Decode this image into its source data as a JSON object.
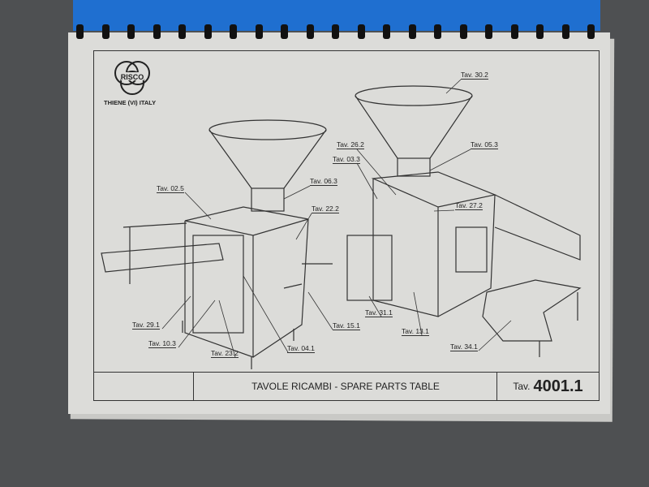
{
  "logo": {
    "brand": "RISCO",
    "location": "THIENE (VI) ITALY"
  },
  "title_block": {
    "title": "TAVOLE RICAMBI - SPARE PARTS TABLE",
    "tav_prefix": "Tav.",
    "tav_number": "4001.1"
  },
  "callouts": [
    "Tav. 02.5",
    "Tav. 06.3",
    "Tav. 22.2",
    "Tav. 29.1",
    "Tav. 10.3",
    "Tav. 23.2",
    "Tav. 04.1",
    "Tav. 15.1",
    "Tav. 30.2",
    "Tav. 26.2",
    "Tav. 03.3",
    "Tav. 05.3",
    "Tav. 27.2",
    "Tav. 31.1",
    "Tav. 13.1",
    "Tav. 34.1"
  ],
  "colors": {
    "binder": "#1f6fd0",
    "paper": "#dcdcd9",
    "background": "#4e5052"
  }
}
